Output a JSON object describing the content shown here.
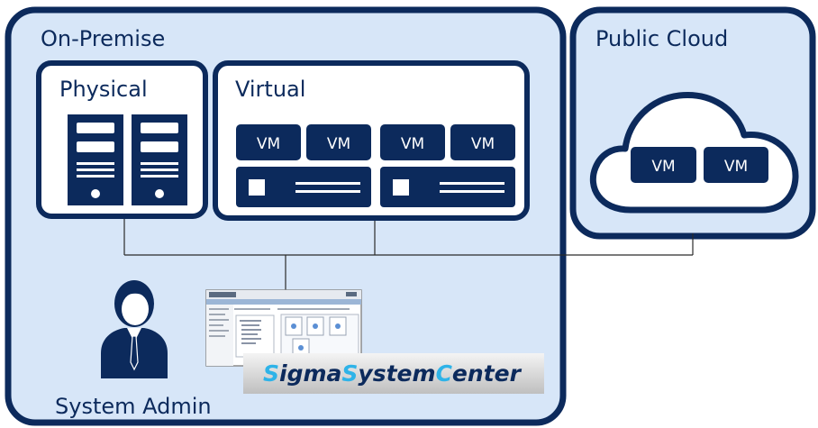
{
  "on_premise": {
    "title": "On-Premise",
    "physical": {
      "title": "Physical"
    },
    "virtual": {
      "title": "Virtual",
      "vm_label": "VM"
    }
  },
  "public_cloud": {
    "title": "Public Cloud",
    "vm_label": "VM"
  },
  "admin": {
    "label": "System Admin"
  },
  "logo": {
    "part1": "S",
    "part2": "igma",
    "part3": "S",
    "part4": "ystem",
    "part5": "C",
    "part6": "enter"
  },
  "colors": {
    "navy": "#0c2a5c",
    "panel": "#d7e6f8",
    "accent": "#2eb3e8",
    "line": "#2a2a2a"
  }
}
